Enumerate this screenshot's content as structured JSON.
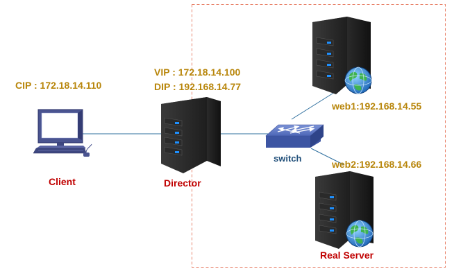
{
  "colors": {
    "address_text": "#b8860b",
    "node_name_text": "#c00000",
    "switch_text": "#1f4e79",
    "boundary": "#e8826a",
    "link": "#2e6f9e"
  },
  "client": {
    "ip_label": "CIP : 172.18.14.110",
    "name": "Client",
    "icon": "desktop-computer-icon"
  },
  "director": {
    "vip_label": "VIP : 172.18.14.100",
    "dip_label": "DIP : 192.168.14.77",
    "name": "Director",
    "icon": "server-tower-icon"
  },
  "switch": {
    "name": "switch",
    "icon": "network-switch-icon"
  },
  "real_servers": {
    "group_name": "Real Server",
    "web1_label": "web1:192.168.14.55",
    "web2_label": "web2:192.168.14.66",
    "icon": "web-server-globe-icon"
  }
}
